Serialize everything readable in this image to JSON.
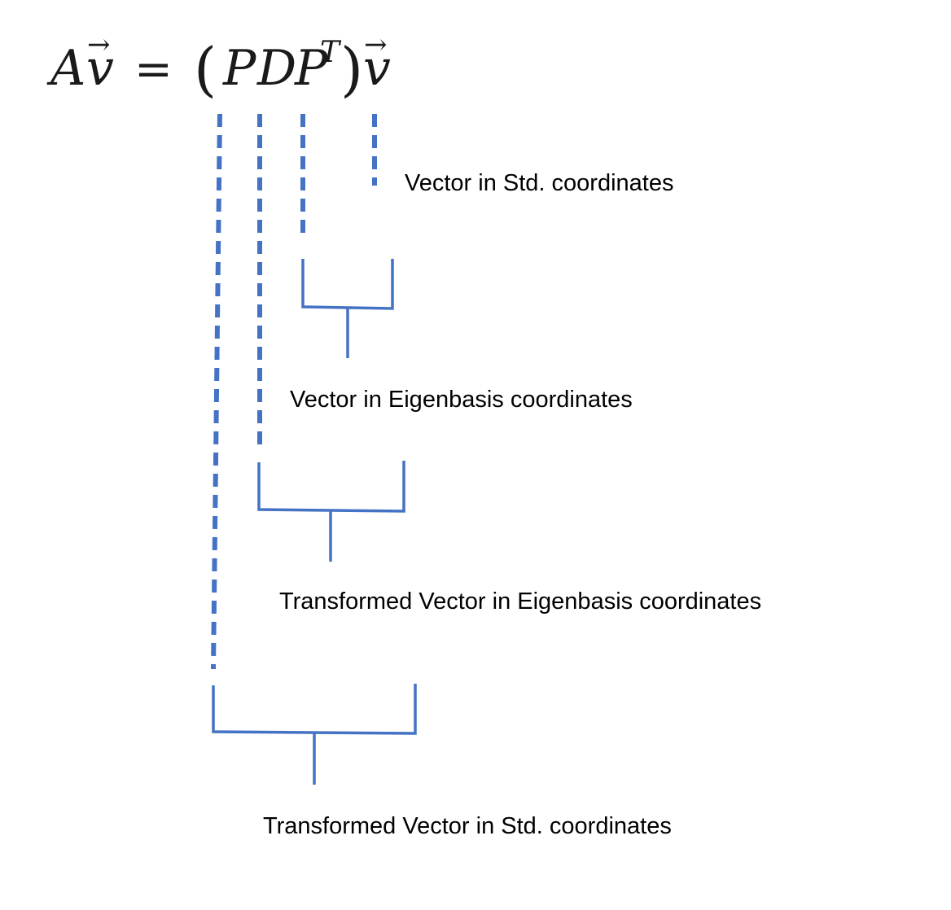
{
  "formula": {
    "lhs_matrix": "A",
    "lhs_vector": "v",
    "equals": "=",
    "open_paren": "(",
    "rhs_p": "P",
    "rhs_d": "D",
    "rhs_p2": "P",
    "superscript": "T",
    "close_paren": ")",
    "rhs_vector": "v",
    "arrow": "→"
  },
  "labels": {
    "vector_std": "Vector in Std. coordinates",
    "vector_eigen": "Vector in Eigenbasis coordinates",
    "transformed_eigen": "Transformed Vector in Eigenbasis coordinates",
    "transformed_std": "Transformed Vector in Std. coordinates"
  },
  "colors": {
    "connector": "#4472c4",
    "text": "#000000"
  }
}
